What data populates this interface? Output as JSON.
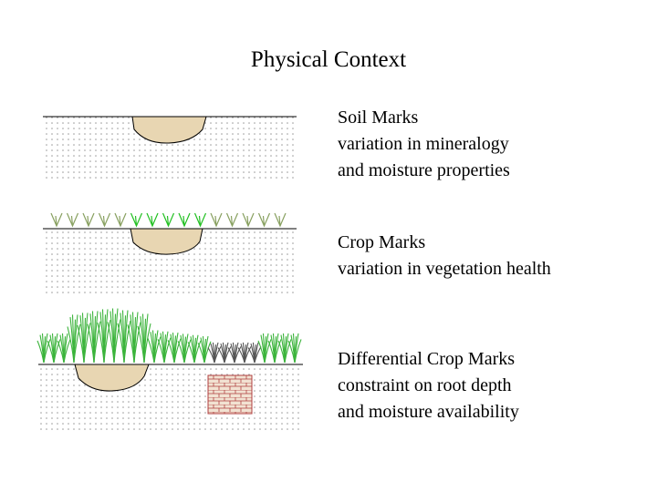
{
  "title": "Physical Context",
  "panels": [
    {
      "heading": "Soil Marks",
      "lines": [
        "variation in mineralogy",
        "and moisture properties"
      ]
    },
    {
      "heading": "Crop Marks",
      "lines": [
        "variation in vegetation health"
      ]
    },
    {
      "heading": "Differential Crop Marks",
      "lines": [
        "constraint on root depth",
        "and moisture availability"
      ]
    }
  ],
  "colors": {
    "pit_fill": "#e8d6b2",
    "soil_dot": "#9a9a9a",
    "grass": "#3cb43c",
    "stunted_grass": "#555555",
    "brick_fill": "#f2e2d2",
    "brick_line": "#b04040"
  }
}
